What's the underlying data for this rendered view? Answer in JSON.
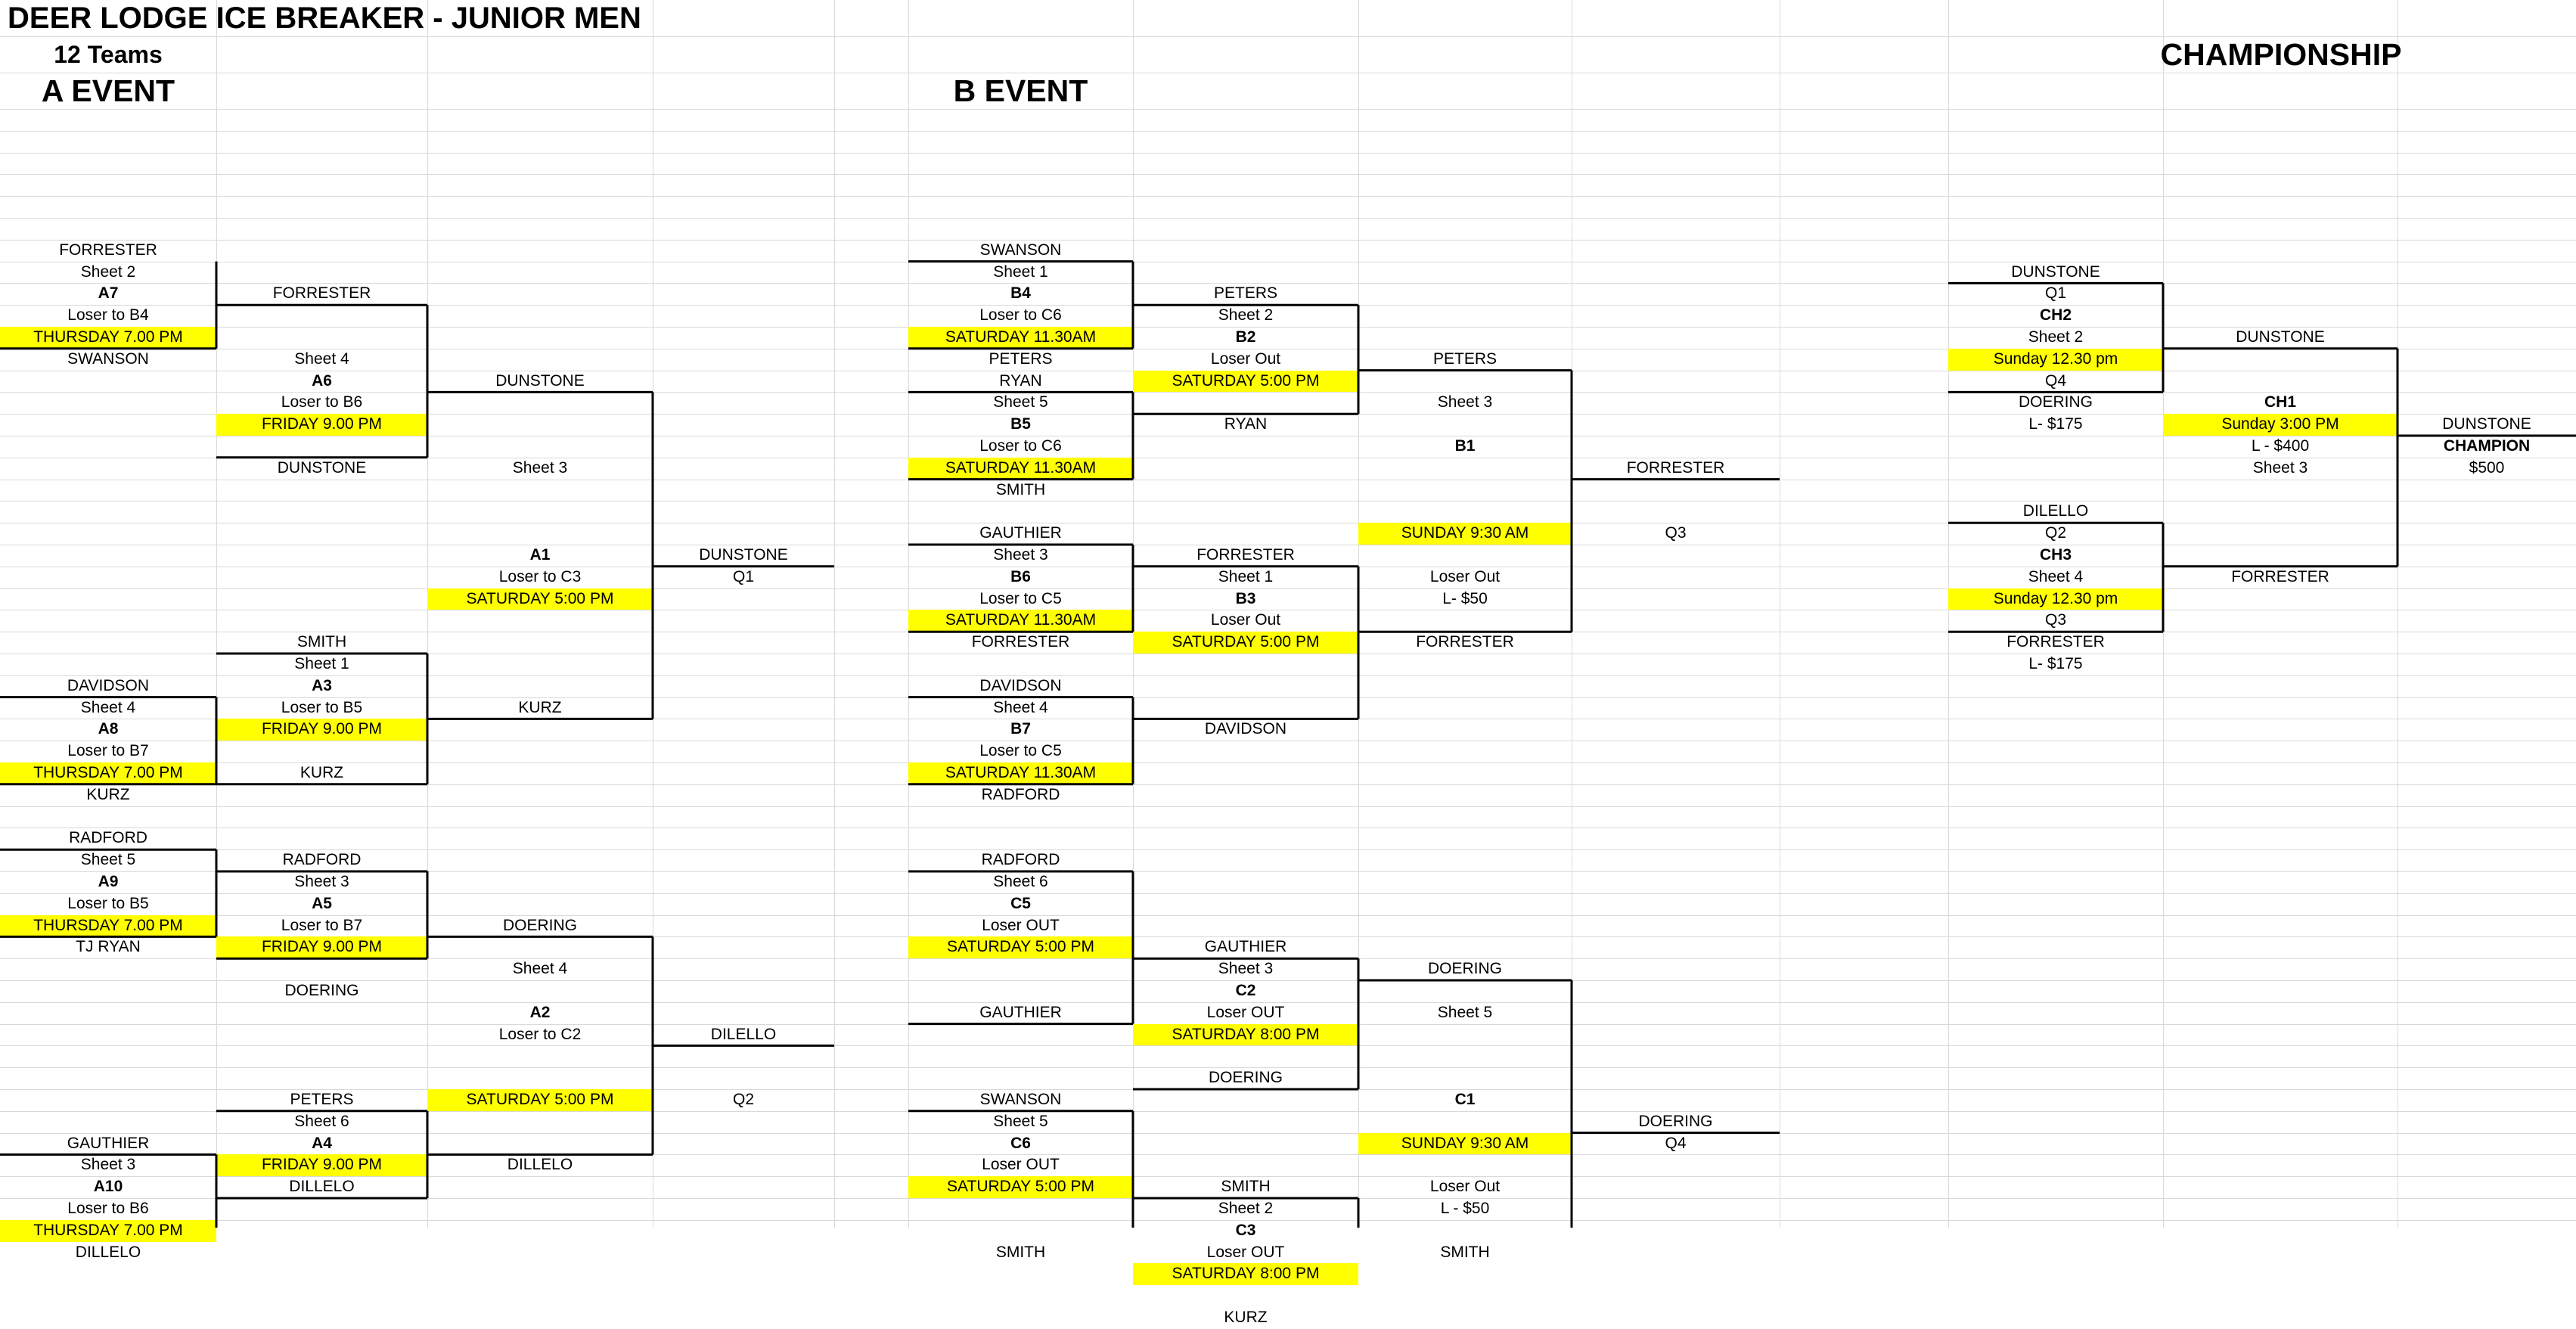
{
  "sheet": {
    "title": "DEER LODGE ICE BREAKER - JUNIOR MEN",
    "subtitle": "12 Teams",
    "a_event": "A EVENT",
    "b_event": "B EVENT",
    "championship": "CHAMPIONSHIP"
  },
  "colors": {
    "highlight": "#ffff00",
    "gridline": "#d9d9d9",
    "bracket": "#000000"
  },
  "cells": [
    [
      "A",
      6,
      "FORRESTER"
    ],
    [
      "A",
      7,
      "Sheet 2"
    ],
    [
      "A",
      8,
      "A7",
      "b"
    ],
    [
      "A",
      9,
      "Loser to B4"
    ],
    [
      "A",
      10,
      "THURSDAY 7.00 PM",
      "y"
    ],
    [
      "A",
      11,
      "SWANSON"
    ],
    [
      "A",
      26,
      "DAVIDSON"
    ],
    [
      "A",
      27,
      "Sheet 4"
    ],
    [
      "A",
      28,
      "A8",
      "b"
    ],
    [
      "A",
      29,
      "Loser to B7"
    ],
    [
      "A",
      30,
      "THURSDAY 7.00 PM",
      "y"
    ],
    [
      "A",
      31,
      "KURZ"
    ],
    [
      "A",
      33,
      "RADFORD"
    ],
    [
      "A",
      34,
      "Sheet 5"
    ],
    [
      "A",
      35,
      "A9",
      "b"
    ],
    [
      "A",
      36,
      "Loser to B5"
    ],
    [
      "A",
      37,
      "THURSDAY 7.00 PM",
      "y"
    ],
    [
      "A",
      38,
      "TJ RYAN"
    ],
    [
      "A",
      47,
      "GAUTHIER"
    ],
    [
      "A",
      48,
      "Sheet 3"
    ],
    [
      "A",
      49,
      "A10",
      "b"
    ],
    [
      "A",
      50,
      "Loser to B6"
    ],
    [
      "A",
      51,
      "THURSDAY 7.00 PM",
      "y"
    ],
    [
      "A",
      52,
      "DILLELO"
    ],
    [
      "B",
      8,
      "FORRESTER"
    ],
    [
      "B",
      11,
      "Sheet 4"
    ],
    [
      "B",
      12,
      "A6",
      "b"
    ],
    [
      "B",
      13,
      "Loser to B6"
    ],
    [
      "B",
      14,
      "FRIDAY 9.00 PM",
      "y"
    ],
    [
      "B",
      16,
      "DUNSTONE"
    ],
    [
      "B",
      24,
      "SMITH"
    ],
    [
      "B",
      25,
      "Sheet 1"
    ],
    [
      "B",
      26,
      "A3",
      "b"
    ],
    [
      "B",
      27,
      "Loser to B5"
    ],
    [
      "B",
      28,
      "FRIDAY 9.00 PM",
      "y"
    ],
    [
      "B",
      30,
      "KURZ"
    ],
    [
      "B",
      34,
      "RADFORD"
    ],
    [
      "B",
      35,
      "Sheet 3"
    ],
    [
      "B",
      36,
      "A5",
      "b"
    ],
    [
      "B",
      37,
      "Loser to B7"
    ],
    [
      "B",
      38,
      "FRIDAY 9.00 PM",
      "y"
    ],
    [
      "B",
      40,
      "DOERING"
    ],
    [
      "B",
      45,
      "PETERS"
    ],
    [
      "B",
      46,
      "Sheet 6"
    ],
    [
      "B",
      47,
      "A4",
      "b"
    ],
    [
      "B",
      48,
      "FRIDAY 9.00 PM",
      "y"
    ],
    [
      "B",
      49,
      "DILLELO"
    ],
    [
      "C",
      12,
      "DUNSTONE"
    ],
    [
      "C",
      16,
      "Sheet 3"
    ],
    [
      "C",
      20,
      "A1",
      "b"
    ],
    [
      "C",
      21,
      "Loser to C3"
    ],
    [
      "C",
      22,
      "SATURDAY 5:00 PM",
      "y"
    ],
    [
      "C",
      27,
      "KURZ"
    ],
    [
      "C",
      37,
      "DOERING"
    ],
    [
      "C",
      39,
      "Sheet 4"
    ],
    [
      "C",
      41,
      "A2",
      "b"
    ],
    [
      "C",
      42,
      "Loser to C2"
    ],
    [
      "C",
      45,
      "SATURDAY 5:00 PM",
      "y"
    ],
    [
      "C",
      48,
      "DILLELO"
    ],
    [
      "D",
      20,
      "DUNSTONE"
    ],
    [
      "D",
      21,
      "Q1"
    ],
    [
      "D",
      42,
      "DILELLO"
    ],
    [
      "D",
      45,
      "Q2"
    ],
    [
      "F",
      6,
      "SWANSON"
    ],
    [
      "F",
      7,
      "Sheet 1"
    ],
    [
      "F",
      8,
      "B4",
      "b"
    ],
    [
      "F",
      9,
      "Loser to C6"
    ],
    [
      "F",
      10,
      "SATURDAY 11.30AM",
      "y"
    ],
    [
      "F",
      11,
      "PETERS"
    ],
    [
      "F",
      12,
      "RYAN"
    ],
    [
      "F",
      13,
      "Sheet 5"
    ],
    [
      "F",
      14,
      "B5",
      "b"
    ],
    [
      "F",
      15,
      "Loser to C6"
    ],
    [
      "F",
      16,
      "SATURDAY 11.30AM",
      "y"
    ],
    [
      "F",
      17,
      "SMITH"
    ],
    [
      "F",
      19,
      "GAUTHIER"
    ],
    [
      "F",
      20,
      "Sheet 3"
    ],
    [
      "F",
      21,
      "B6",
      "b"
    ],
    [
      "F",
      22,
      "Loser to C5"
    ],
    [
      "F",
      23,
      "SATURDAY 11.30AM",
      "y"
    ],
    [
      "F",
      24,
      "FORRESTER"
    ],
    [
      "F",
      26,
      "DAVIDSON"
    ],
    [
      "F",
      27,
      "Sheet 4"
    ],
    [
      "F",
      28,
      "B7",
      "b"
    ],
    [
      "F",
      29,
      "Loser to C5"
    ],
    [
      "F",
      30,
      "SATURDAY 11.30AM",
      "y"
    ],
    [
      "F",
      31,
      "RADFORD"
    ],
    [
      "F",
      34,
      "RADFORD"
    ],
    [
      "F",
      35,
      "Sheet 6"
    ],
    [
      "F",
      36,
      "C5",
      "b"
    ],
    [
      "F",
      37,
      "Loser OUT"
    ],
    [
      "F",
      38,
      "SATURDAY 5:00 PM",
      "y"
    ],
    [
      "F",
      41,
      "GAUTHIER"
    ],
    [
      "F",
      45,
      "SWANSON"
    ],
    [
      "F",
      46,
      "Sheet 5"
    ],
    [
      "F",
      47,
      "C6",
      "b"
    ],
    [
      "F",
      48,
      "Loser OUT"
    ],
    [
      "F",
      49,
      "SATURDAY 5:00 PM",
      "y"
    ],
    [
      "F",
      52,
      "SMITH"
    ],
    [
      "G",
      8,
      "PETERS"
    ],
    [
      "G",
      9,
      "Sheet 2"
    ],
    [
      "G",
      10,
      "B2",
      "b"
    ],
    [
      "G",
      11,
      "Loser Out"
    ],
    [
      "G",
      12,
      "SATURDAY 5:00 PM",
      "y"
    ],
    [
      "G",
      14,
      "RYAN"
    ],
    [
      "G",
      20,
      "FORRESTER"
    ],
    [
      "G",
      21,
      "Sheet 1"
    ],
    [
      "G",
      22,
      "B3",
      "b"
    ],
    [
      "G",
      23,
      "Loser Out"
    ],
    [
      "G",
      24,
      "SATURDAY 5:00 PM",
      "y"
    ],
    [
      "G",
      28,
      "DAVIDSON"
    ],
    [
      "G",
      38,
      "GAUTHIER"
    ],
    [
      "G",
      39,
      "Sheet 3"
    ],
    [
      "G",
      40,
      "C2",
      "b"
    ],
    [
      "G",
      41,
      "Loser OUT"
    ],
    [
      "G",
      42,
      "SATURDAY 8:00 PM",
      "y"
    ],
    [
      "G",
      44,
      "DOERING"
    ],
    [
      "G",
      49,
      "SMITH"
    ],
    [
      "G",
      50,
      "Sheet 2"
    ],
    [
      "G",
      51,
      "C3",
      "b"
    ],
    [
      "G",
      52,
      "Loser OUT"
    ],
    [
      "G",
      53,
      "SATURDAY 8:00 PM",
      "y"
    ],
    [
      "G",
      55,
      "KURZ"
    ],
    [
      "H",
      11,
      "PETERS"
    ],
    [
      "H",
      13,
      "Sheet 3"
    ],
    [
      "H",
      15,
      "B1",
      "b"
    ],
    [
      "H",
      19,
      "SUNDAY 9:30 AM",
      "y"
    ],
    [
      "H",
      21,
      "Loser Out"
    ],
    [
      "H",
      22,
      "L- $50"
    ],
    [
      "H",
      24,
      "FORRESTER"
    ],
    [
      "H",
      39,
      "DOERING"
    ],
    [
      "H",
      41,
      "Sheet 5"
    ],
    [
      "H",
      45,
      "C1",
      "b"
    ],
    [
      "H",
      47,
      "SUNDAY 9:30 AM",
      "y"
    ],
    [
      "H",
      49,
      "Loser Out"
    ],
    [
      "H",
      50,
      "L - $50"
    ],
    [
      "H",
      52,
      "SMITH"
    ],
    [
      "I",
      16,
      "FORRESTER"
    ],
    [
      "I",
      19,
      "Q3"
    ],
    [
      "I",
      46,
      "DOERING"
    ],
    [
      "I",
      47,
      "Q4"
    ],
    [
      "K",
      7,
      "DUNSTONE"
    ],
    [
      "K",
      8,
      "Q1"
    ],
    [
      "K",
      9,
      "CH2",
      "b"
    ],
    [
      "K",
      10,
      "Sheet 2"
    ],
    [
      "K",
      11,
      "Sunday 12.30 pm",
      "y"
    ],
    [
      "K",
      12,
      "Q4"
    ],
    [
      "K",
      13,
      "DOERING"
    ],
    [
      "K",
      14,
      "L- $175"
    ],
    [
      "K",
      18,
      "DILELLO"
    ],
    [
      "K",
      19,
      "Q2"
    ],
    [
      "K",
      20,
      "CH3",
      "b"
    ],
    [
      "K",
      21,
      "Sheet 4"
    ],
    [
      "K",
      22,
      "Sunday 12.30 pm",
      "y"
    ],
    [
      "K",
      23,
      "Q3"
    ],
    [
      "K",
      24,
      "FORRESTER"
    ],
    [
      "K",
      25,
      "L- $175"
    ],
    [
      "L",
      10,
      "DUNSTONE"
    ],
    [
      "L",
      13,
      "CH1",
      "b"
    ],
    [
      "L",
      14,
      "Sunday 3:00 PM",
      "y"
    ],
    [
      "L",
      15,
      "L - $400"
    ],
    [
      "L",
      16,
      "Sheet 3"
    ],
    [
      "L",
      21,
      "FORRESTER"
    ],
    [
      "M",
      14,
      "DUNSTONE"
    ],
    [
      "M",
      15,
      "CHAMPION",
      "b"
    ],
    [
      "M",
      16,
      "$500"
    ]
  ],
  "lines": [
    [
      "h",
      "A",
      11,
      "A",
      11
    ],
    [
      "v",
      "A",
      7,
      "A",
      11
    ],
    [
      "h",
      "B",
      9,
      "B",
      9
    ],
    [
      "v",
      "B",
      9,
      "B",
      16
    ],
    [
      "h",
      "B",
      16,
      "B",
      16
    ],
    [
      "h",
      "C",
      13,
      "C",
      13
    ],
    [
      "v",
      "C",
      13,
      "C",
      28
    ],
    [
      "h",
      "C",
      28,
      "C",
      28
    ],
    [
      "h",
      "D",
      21,
      "D",
      21
    ],
    [
      "h",
      "A",
      27,
      "A",
      27
    ],
    [
      "v",
      "A",
      27,
      "A",
      31
    ],
    [
      "h",
      "A",
      31,
      "A",
      31
    ],
    [
      "v",
      "B",
      25,
      "B",
      31
    ],
    [
      "h",
      "B",
      25,
      "B",
      25
    ],
    [
      "h",
      "B",
      31,
      "B",
      31
    ],
    [
      "h",
      "A",
      34,
      "A",
      34
    ],
    [
      "v",
      "A",
      34,
      "A",
      38
    ],
    [
      "h",
      "A",
      38,
      "A",
      38
    ],
    [
      "h",
      "B",
      35,
      "B",
      35
    ],
    [
      "v",
      "B",
      35,
      "B",
      39
    ],
    [
      "h",
      "B",
      39,
      "B",
      39
    ],
    [
      "h",
      "C",
      38,
      "C",
      38
    ],
    [
      "v",
      "C",
      38,
      "C",
      48
    ],
    [
      "h",
      "C",
      48,
      "C",
      48
    ],
    [
      "h",
      "D",
      43,
      "D",
      43
    ],
    [
      "h",
      "A",
      48,
      "A",
      48
    ],
    [
      "v",
      "A",
      48,
      "A",
      52
    ],
    [
      "h",
      "A",
      52,
      "A",
      52
    ],
    [
      "h",
      "B",
      46,
      "B",
      46
    ],
    [
      "v",
      "B",
      46,
      "B",
      50
    ],
    [
      "h",
      "B",
      50,
      "B",
      50
    ],
    [
      "h",
      "F",
      7,
      "F",
      7
    ],
    [
      "v",
      "F",
      7,
      "F",
      11
    ],
    [
      "h",
      "F",
      11,
      "F",
      11
    ],
    [
      "h",
      "F",
      13,
      "F",
      13
    ],
    [
      "v",
      "F",
      13,
      "F",
      17
    ],
    [
      "h",
      "F",
      17,
      "F",
      17
    ],
    [
      "h",
      "G",
      9,
      "G",
      9
    ],
    [
      "v",
      "G",
      9,
      "G",
      14
    ],
    [
      "h",
      "G",
      14,
      "G",
      14
    ],
    [
      "h",
      "H",
      12,
      "H",
      12
    ],
    [
      "v",
      "H",
      12,
      "H",
      24
    ],
    [
      "h",
      "H",
      24,
      "H",
      24
    ],
    [
      "h",
      "I",
      17,
      "I",
      17
    ],
    [
      "h",
      "F",
      20,
      "F",
      20
    ],
    [
      "v",
      "F",
      20,
      "F",
      24
    ],
    [
      "h",
      "F",
      24,
      "F",
      24
    ],
    [
      "h",
      "F",
      27,
      "F",
      27
    ],
    [
      "v",
      "F",
      27,
      "F",
      31
    ],
    [
      "h",
      "F",
      31,
      "F",
      31
    ],
    [
      "h",
      "G",
      21,
      "G",
      21
    ],
    [
      "v",
      "G",
      21,
      "G",
      28
    ],
    [
      "h",
      "G",
      28,
      "G",
      28
    ],
    [
      "h",
      "F",
      35,
      "F",
      35
    ],
    [
      "v",
      "F",
      35,
      "F",
      42
    ],
    [
      "h",
      "F",
      42,
      "F",
      42
    ],
    [
      "h",
      "G",
      39,
      "G",
      39
    ],
    [
      "v",
      "G",
      39,
      "G",
      45
    ],
    [
      "h",
      "G",
      45,
      "G",
      45
    ],
    [
      "h",
      "H",
      40,
      "H",
      40
    ],
    [
      "v",
      "H",
      40,
      "H",
      53
    ],
    [
      "h",
      "H",
      53,
      "H",
      53
    ],
    [
      "h",
      "I",
      47,
      "I",
      47
    ],
    [
      "h",
      "F",
      46,
      "F",
      46
    ],
    [
      "v",
      "F",
      46,
      "F",
      53
    ],
    [
      "h",
      "F",
      53,
      "F",
      53
    ],
    [
      "h",
      "G",
      50,
      "G",
      50
    ],
    [
      "v",
      "G",
      50,
      "G",
      56
    ],
    [
      "h",
      "G",
      56,
      "G",
      56
    ],
    [
      "h",
      "K",
      8,
      "K",
      8
    ],
    [
      "v",
      "K",
      8,
      "K",
      13
    ],
    [
      "h",
      "K",
      13,
      "K",
      13
    ],
    [
      "h",
      "L",
      11,
      "L",
      11
    ],
    [
      "v",
      "L",
      11,
      "L",
      21
    ],
    [
      "h",
      "L",
      21,
      "L",
      21
    ],
    [
      "h",
      "M",
      15,
      "M",
      15
    ],
    [
      "h",
      "K",
      19,
      "K",
      19
    ],
    [
      "v",
      "K",
      19,
      "K",
      24
    ],
    [
      "h",
      "K",
      24,
      "K",
      24
    ]
  ]
}
